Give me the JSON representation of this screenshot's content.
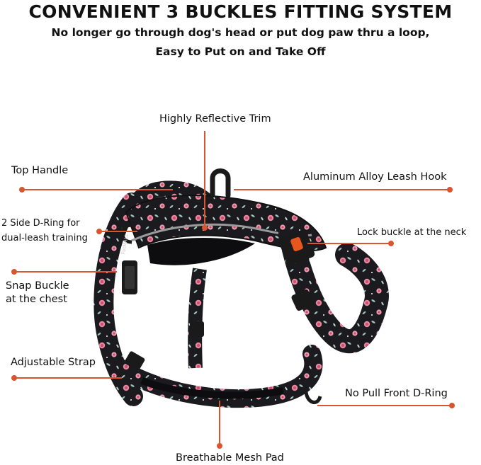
{
  "title": "CONVENIENT 3 BUCKLES FITTING SYSTEM",
  "subtitle_lines": [
    "No longer go through dog's head or put dog paw thru a loop,",
    "Easy to Put on and Take Off"
  ],
  "colors": {
    "callout_line": "#d9552f",
    "harness_base": "#1b1b1f",
    "flower_pink": "#e8879f",
    "leaf_green": "#9fc3b8",
    "buckle_orange": "#e8561f",
    "reflective_trim": "#9a9a9a"
  },
  "labels": {
    "reflective_trim": "Highly Reflective Trim",
    "top_handle": "Top Handle",
    "leash_hook": "Aluminum Alloy Leash Hook",
    "side_dring_line1": "2 Side D-Ring for",
    "side_dring_line2": "dual-leash training",
    "lock_buckle": "Lock buckle at the neck",
    "snap_buckle_line1": "Snap Buckle",
    "snap_buckle_line2": "at the chest",
    "adjustable_strap": "Adjustable Strap",
    "front_dring": "No Pull Front D-Ring",
    "mesh_pad": "Breathable Mesh Pad"
  },
  "product_photo": {
    "brand_print": "PetMALL",
    "icon": "floral-dog-harness-photo"
  }
}
